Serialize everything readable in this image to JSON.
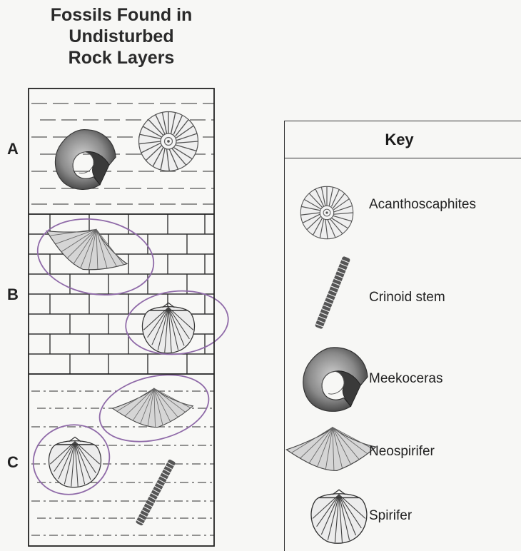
{
  "title": {
    "line1": "Fossils Found in",
    "line2": "Undisturbed",
    "line3": "Rock Layers"
  },
  "layers": [
    {
      "label": "A",
      "fossils": [
        "meekoceras",
        "acanthoscaphites"
      ]
    },
    {
      "label": "B",
      "fossils": [
        "neospirifer",
        "spirifer"
      ]
    },
    {
      "label": "C",
      "fossils": [
        "neospirifer",
        "spirifer",
        "crinoid-stem"
      ]
    }
  ],
  "key": {
    "title": "Key",
    "items": [
      {
        "id": "acanthoscaphites",
        "label": "Acanthoscaphites"
      },
      {
        "id": "crinoid-stem",
        "label": "Crinoid stem"
      },
      {
        "id": "meekoceras",
        "label": "Meekoceras"
      },
      {
        "id": "neospirifer",
        "label": "Neospirifer"
      },
      {
        "id": "spirifer",
        "label": "Spirifer"
      }
    ]
  },
  "colors": {
    "ink": "#2a2a2a",
    "circle": "#8f6aa8",
    "background": "#f7f7f5"
  }
}
